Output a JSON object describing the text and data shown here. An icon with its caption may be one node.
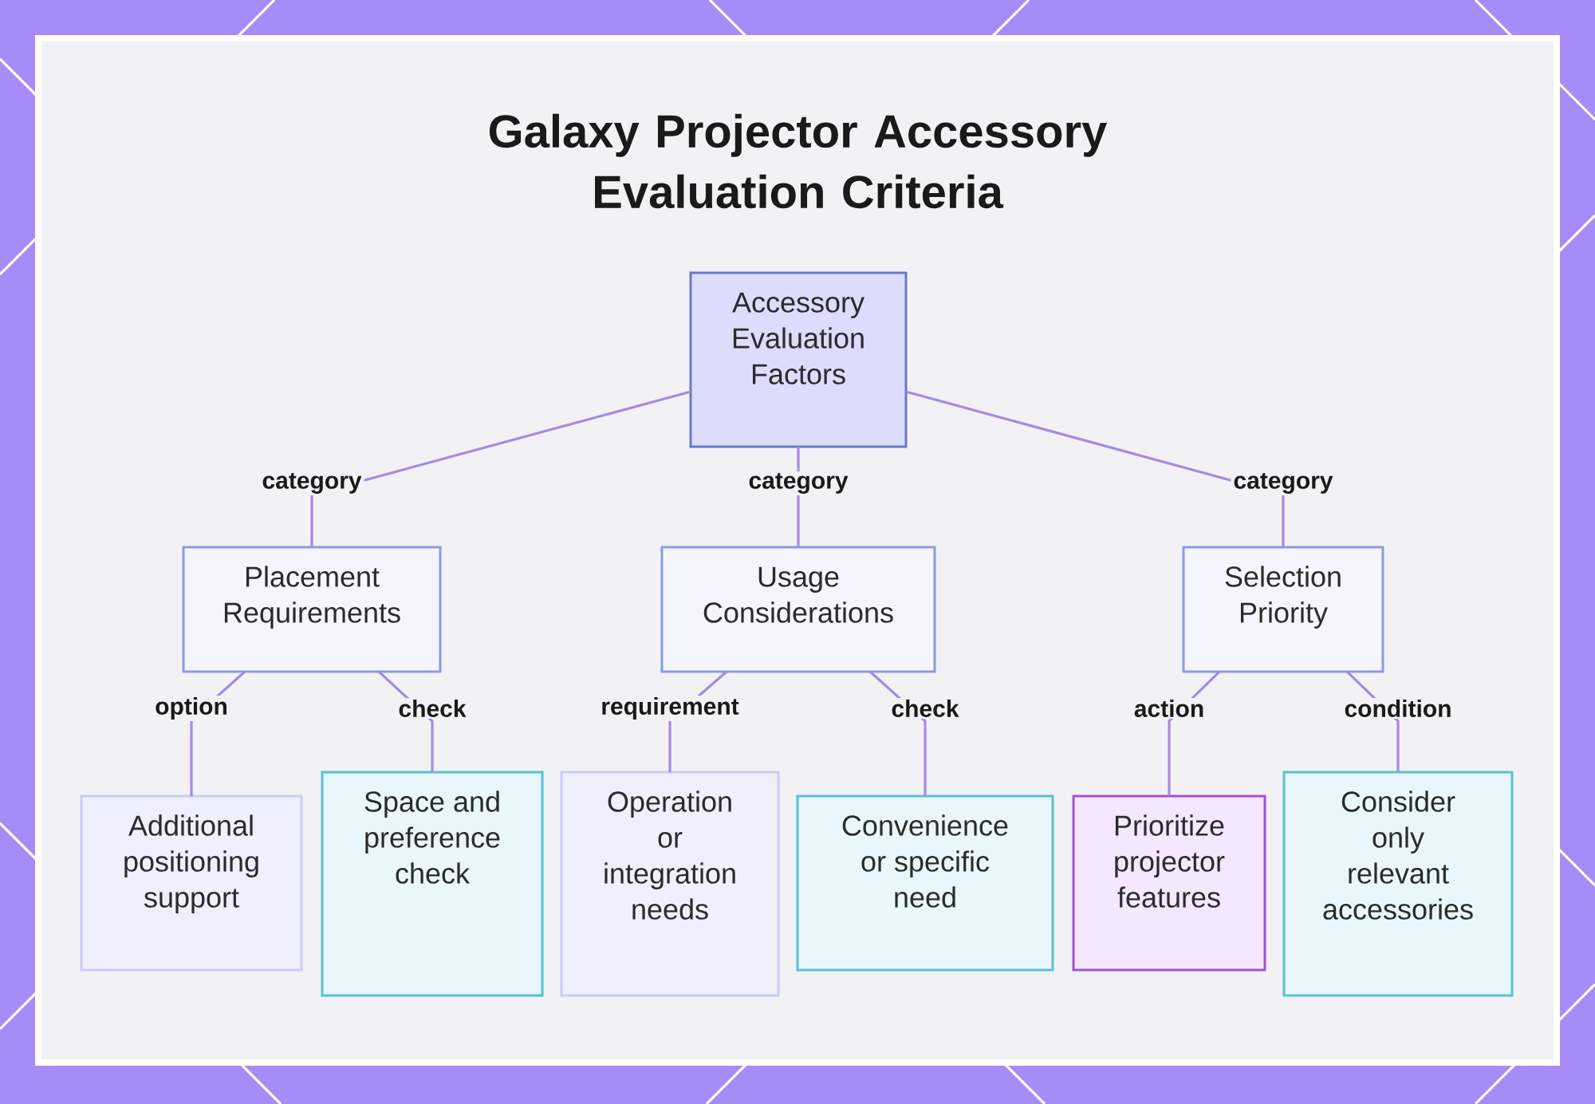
{
  "diagram": {
    "title": "Galaxy Projector Accessory Evaluation Criteria",
    "nodes": [
      {
        "text": [
          "Accessory Evaluation Factors"
        ]
      },
      {
        "text": [
          "Placement Requirements"
        ]
      },
      {
        "text": [
          "Usage Considerations"
        ]
      },
      {
        "text": [
          "Selection Priority"
        ]
      },
      {
        "text": [
          "Additional positioning support"
        ]
      },
      {
        "text": [
          "Space and preference check"
        ]
      },
      {
        "text": [
          "Operation or integration needs"
        ]
      },
      {
        "text": [
          "Convenience or specific need"
        ]
      },
      {
        "text": [
          "Prioritize projector features"
        ]
      },
      {
        "text": [
          "Consider only relevant accessories"
        ]
      }
    ],
    "edges": [
      {
        "from": 0,
        "to": 1,
        "arrow": "none",
        "label": "category"
      },
      {
        "from": 0,
        "to": 2,
        "arrow": "none",
        "label": "category"
      },
      {
        "from": 0,
        "to": 3,
        "arrow": "none",
        "label": "category"
      },
      {
        "from": 1,
        "to": 4,
        "arrow": "none",
        "label": "option"
      },
      {
        "from": 1,
        "to": 5,
        "arrow": "none",
        "label": "check"
      },
      {
        "from": 2,
        "to": 6,
        "arrow": "none",
        "label": "requirement"
      },
      {
        "from": 2,
        "to": 7,
        "arrow": "none",
        "label": "check"
      },
      {
        "from": 3,
        "to": 8,
        "arrow": "none",
        "label": "action"
      },
      {
        "from": 3,
        "to": 9,
        "arrow": "none",
        "label": "condition"
      }
    ]
  }
}
